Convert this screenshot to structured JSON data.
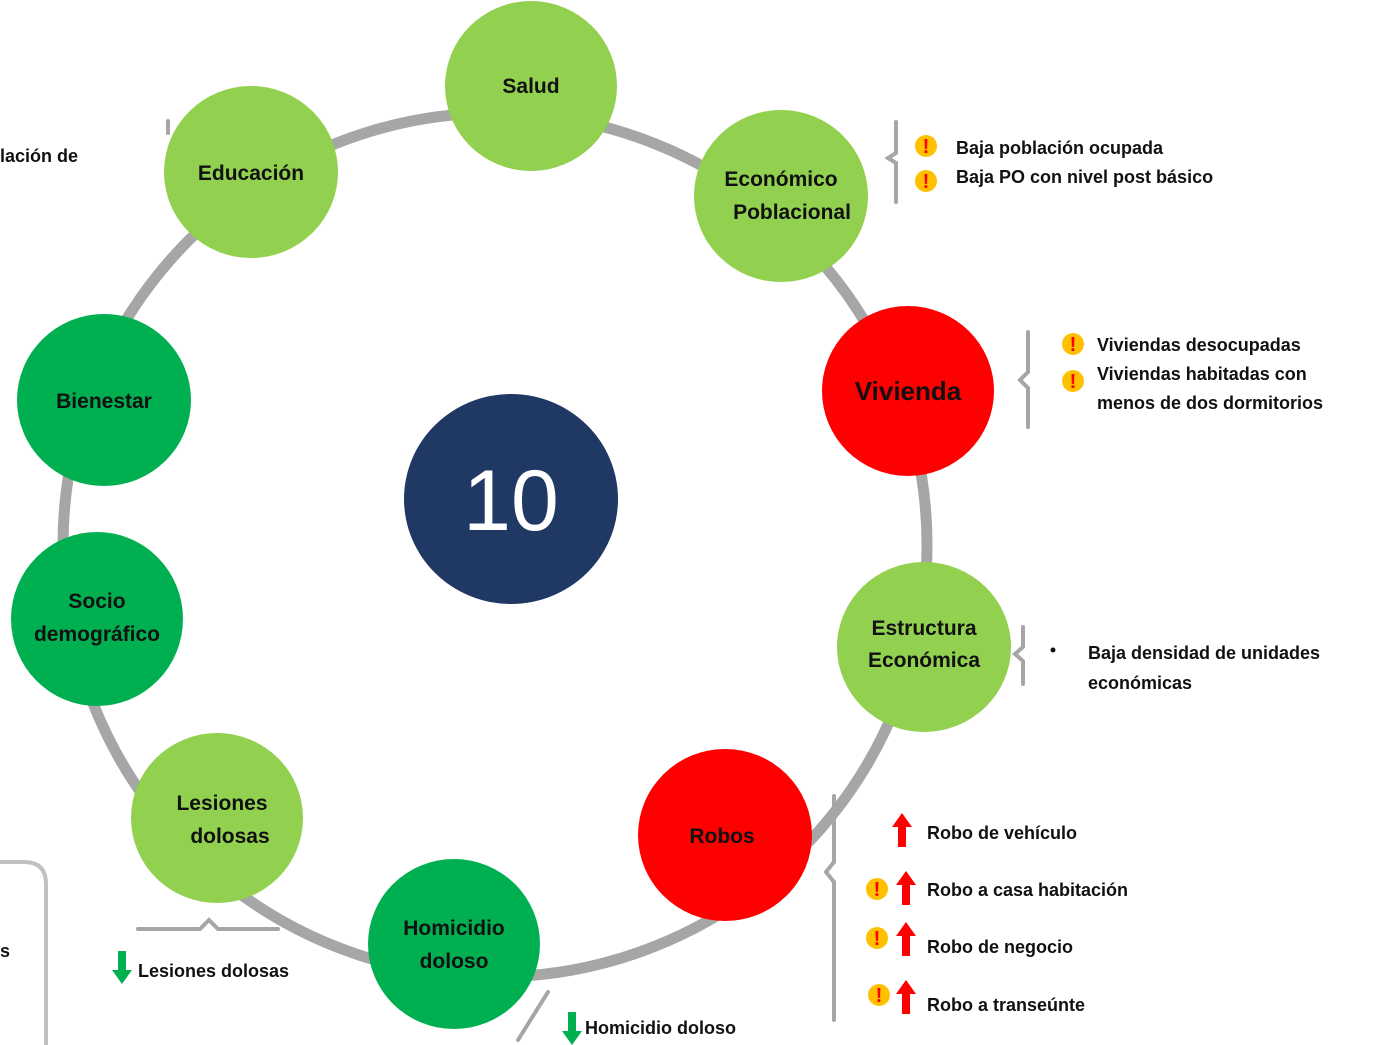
{
  "colors": {
    "ring": "#a6a6a6",
    "light_green": "#92d050",
    "dark_green": "#00b050",
    "red": "#ff0000",
    "navy": "#203864",
    "warning_bg": "#ffc000",
    "warning_fg": "#ff0000",
    "arrow_up": "#ff0000",
    "arrow_down": "#00b050"
  },
  "center": {
    "value": "10"
  },
  "nodes": {
    "salud": [
      "Salud"
    ],
    "economico": [
      "Económico",
      "Poblacional"
    ],
    "vivienda": [
      "Vivienda"
    ],
    "estructura": [
      "Estructura",
      "Económica"
    ],
    "robos": [
      "Robos"
    ],
    "homicidio": [
      "Homicidio",
      "doloso"
    ],
    "lesiones": [
      "Lesiones",
      "dolosas"
    ],
    "socio": [
      "Socio",
      "demográfico"
    ],
    "bienestar": [
      "Bienestar"
    ],
    "educacion": [
      "Educación"
    ]
  },
  "notes": {
    "economico": [
      "Baja población ocupada",
      "Baja PO con nivel post básico"
    ],
    "vivienda": [
      "Viviendas desocupadas",
      "Viviendas habitadas con",
      "menos de dos dormitorios"
    ],
    "estructura": [
      "Baja densidad de unidades",
      "económicas"
    ],
    "robos": [
      "Robo de vehículo",
      "Robo a casa habitación",
      "Robo de negocio",
      "Robo a transeúnte"
    ],
    "homicidio": "Homicidio doloso",
    "lesiones": "Lesiones dolosas",
    "educacion_partial": "lación de",
    "left_partial": "s"
  },
  "icons": {
    "warning": "exclamation-warning-icon",
    "up": "red-up-arrow-icon",
    "down": "green-down-arrow-icon",
    "bullet": "bullet-point-icon"
  }
}
